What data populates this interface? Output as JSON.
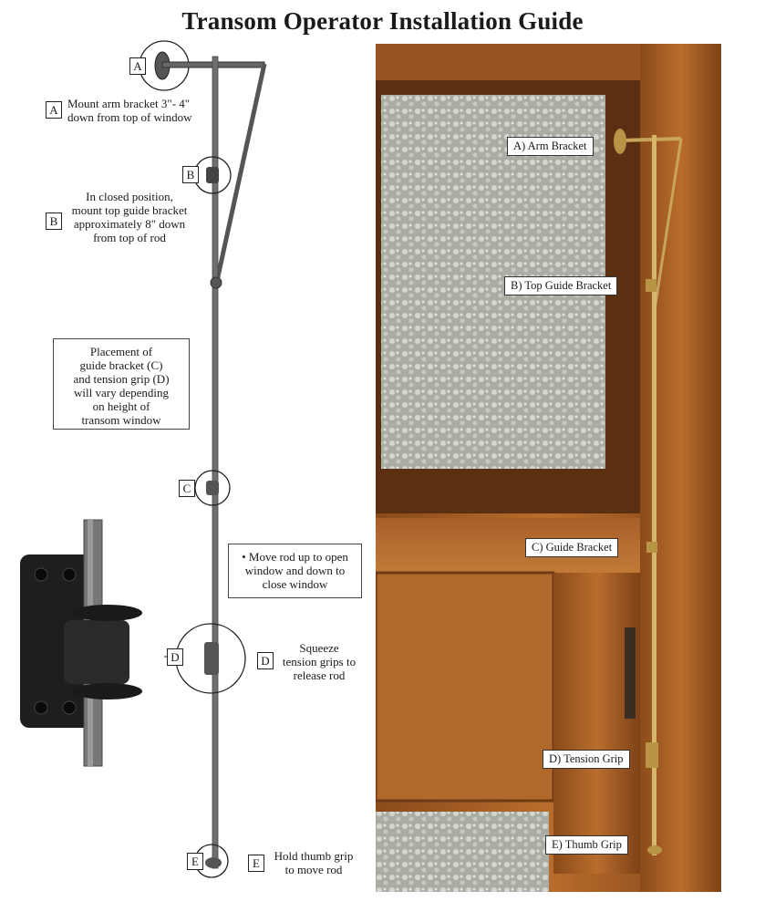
{
  "title": "Transom Operator Installation Guide",
  "steps": {
    "a": {
      "letter": "A",
      "line1": "Mount arm bracket 3\"- 4\"",
      "line2": "down from top of window"
    },
    "b": {
      "letter": "B",
      "line1": "In closed position,",
      "line2": "mount top guide bracket",
      "line3": "approximately 8\" down",
      "line4": "from top of rod"
    },
    "placement": {
      "line1": "Placement of",
      "line2": "guide bracket (C)",
      "line3": "and tension grip (D)",
      "line4": "will vary depending",
      "line5": "on height of",
      "line6": "transom window"
    },
    "c": {
      "letter": "C"
    },
    "move": {
      "line1": "• Move rod up to open",
      "line2": "window and down to",
      "line3": "close window"
    },
    "d": {
      "letter": "D",
      "line1": "Squeeze",
      "line2": "tension grips to",
      "line3": "release rod"
    },
    "e": {
      "letter": "E",
      "line1": "Hold thumb grip",
      "line2": "to move rod"
    }
  },
  "photo_labels": {
    "a": "A) Arm Bracket",
    "b": "B) Top Guide Bracket",
    "c": "C) Guide Bracket",
    "d": "D) Tension Grip",
    "e": "E) Thumb Grip"
  }
}
